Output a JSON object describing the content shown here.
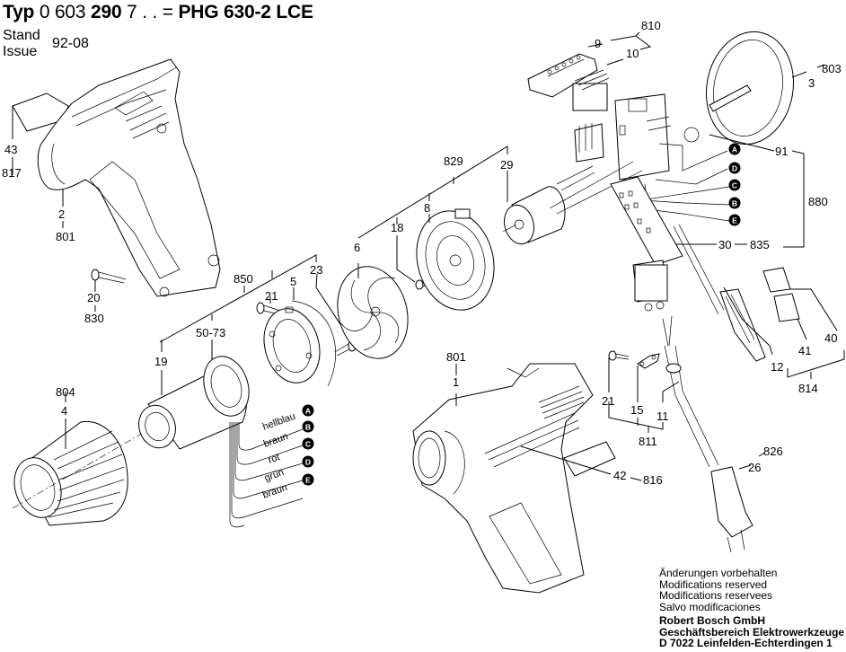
{
  "header": {
    "typ_label": "Typ",
    "part_number_prefix": "0 603",
    "part_number_bold": "290",
    "part_number_suffix": "7 . . =",
    "model": "PHG 630-2 LCE",
    "stand_label": "Stand",
    "issue_label": "Issue",
    "issue_date": "92-08"
  },
  "callouts": {
    "c810": "810",
    "c9": "9",
    "c10": "10",
    "c803": "803",
    "c3": "3",
    "c91": "91",
    "c880": "880",
    "c30": "30",
    "c835": "835",
    "c829": "829",
    "c29": "29",
    "c8": "8",
    "c18": "18",
    "c6": "6",
    "c850": "850",
    "c21a": "21",
    "c5": "5",
    "c23": "23",
    "c19": "19",
    "c5073": "50-73",
    "c43": "43",
    "c817": "817",
    "c2": "2",
    "c801a": "801",
    "c20": "20",
    "c830": "830",
    "c804": "804",
    "c4": "4",
    "c801b": "801",
    "c1": "1",
    "c42": "42",
    "c816": "816",
    "c21b": "21",
    "c15": "15",
    "c11": "11",
    "c811": "811",
    "c12": "12",
    "c41": "41",
    "c40": "40",
    "c814": "814",
    "c826": "826",
    "c26": "26"
  },
  "wire_markers_right": [
    "A",
    "D",
    "C",
    "B",
    "E"
  ],
  "wire_colors": [
    {
      "marker": "A",
      "color": "hellblau"
    },
    {
      "marker": "B",
      "color": "braun"
    },
    {
      "marker": "C",
      "color": "rot"
    },
    {
      "marker": "D",
      "color": "grün"
    },
    {
      "marker": "E",
      "color": "braun"
    }
  ],
  "footer": {
    "notes": [
      "Änderungen vorbehalten",
      "Modifications reserved",
      "Modifications reservees",
      "Salvo modificaciones"
    ],
    "company": [
      "Robert Bosch GmbH",
      "Geschäftsbereich Elektrowerkzeuge",
      "D 7022 Leinfelden-Echterdingen 1"
    ]
  }
}
